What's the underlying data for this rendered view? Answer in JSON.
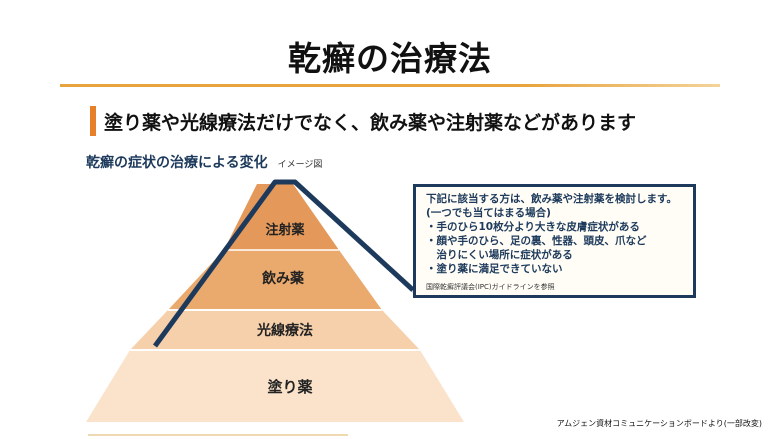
{
  "title": "乾癬の治療法",
  "subtitle": "塗り薬や光線療法だけでなく、飲み薬や注射薬などがあります",
  "figure": {
    "title": "乾癬の症状の治療による変化",
    "tag": "イメージ図"
  },
  "pyramid": {
    "tiers": [
      "注射薬",
      "飲み薬",
      "光線療法",
      "塗り薬"
    ],
    "colors": {
      "injection": "#e4995a",
      "oral": "#eaa96d",
      "light": "#f6d0aa",
      "topical": "#fbe3cb",
      "outline": "#1d3a5c"
    }
  },
  "callout": {
    "intro": "下記に該当する方は、飲み薬や注射薬を検討します。(一つでも当てはまる場合)",
    "items": [
      "・手のひら10枚分より大きな皮膚症状がある",
      "・顔や手のひら、足の裏、性器、頭皮、爪など",
      "　治りにくい場所に症状がある",
      "・塗り薬に満足できていない"
    ],
    "source": "国際乾癬評議会(IPC)ガイドラインを参照"
  },
  "footer_source": "アムジェン資材コミュニケーションボードより(一部改変)"
}
